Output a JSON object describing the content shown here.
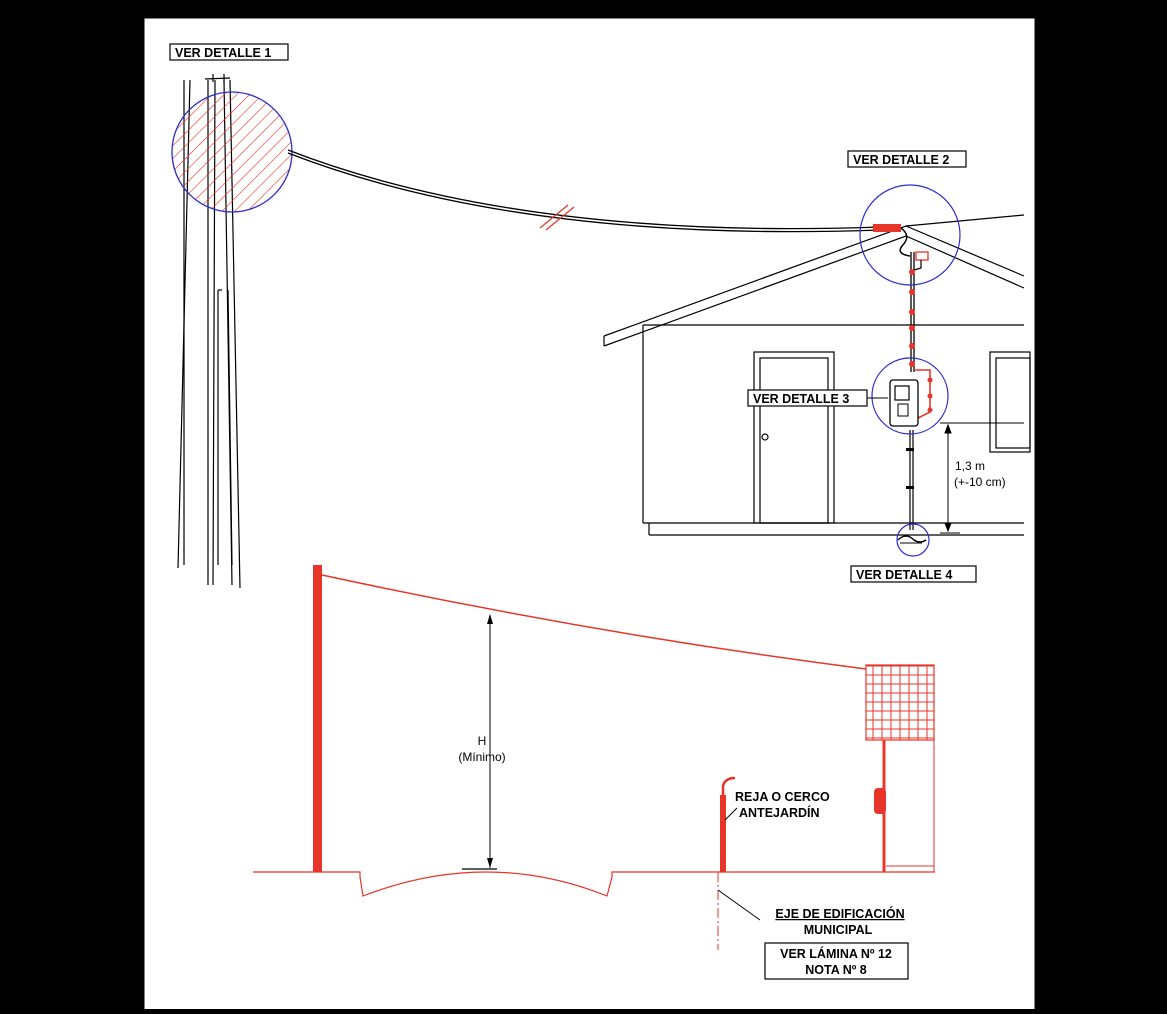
{
  "details": {
    "d1": "VER DETALLE 1",
    "d2": "VER DETALLE 2",
    "d3": "VER DETALLE 3",
    "d4": "VER DETALLE 4"
  },
  "meter_dim": {
    "value": "1,3 m",
    "tolerance": "(+-10 cm)"
  },
  "clearance": {
    "symbol": "H",
    "note": "(Mínimo)"
  },
  "fence": {
    "line1": "REJA O CERCO",
    "line2": "ANTEJARDÍN"
  },
  "building_line": {
    "line1": "EJE DE EDIFICACIÓN",
    "line2": "MUNICIPAL"
  },
  "reference": {
    "line1": "VER LÁMINA Nº 12",
    "line2": "NOTA Nº 8"
  },
  "colors": {
    "background": "#000000",
    "sheet": "#ffffff",
    "ink": "#000000",
    "service": "#e8352a",
    "detail_circle": "#2b2bd6"
  }
}
